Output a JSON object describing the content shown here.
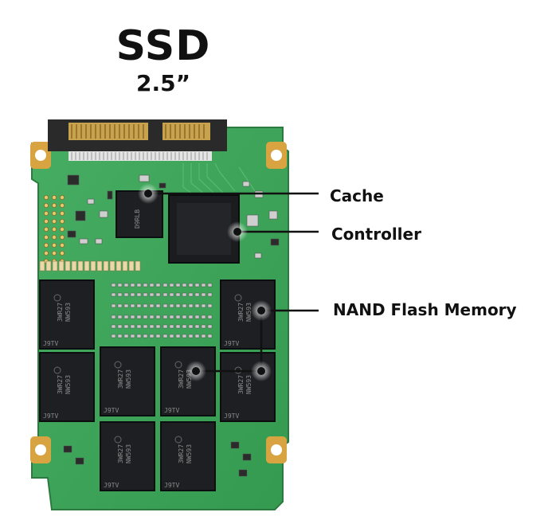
{
  "title": {
    "main": "SSD",
    "size": "2.5”"
  },
  "labels": {
    "cache": "Cache",
    "controller": "Controller",
    "nand": "NAND Flash Memory"
  },
  "colors": {
    "pcb": "#3fa55a",
    "pcb_dark": "#1f6b35",
    "chip": "#1d1f22",
    "gold": "#d8a441",
    "connector": "#2a2a2a",
    "leader": "#111111"
  },
  "chip_marks": {
    "nand_line1": "3WR27",
    "nand_line2": "NW593",
    "nand_footer": "J9TV"
  }
}
